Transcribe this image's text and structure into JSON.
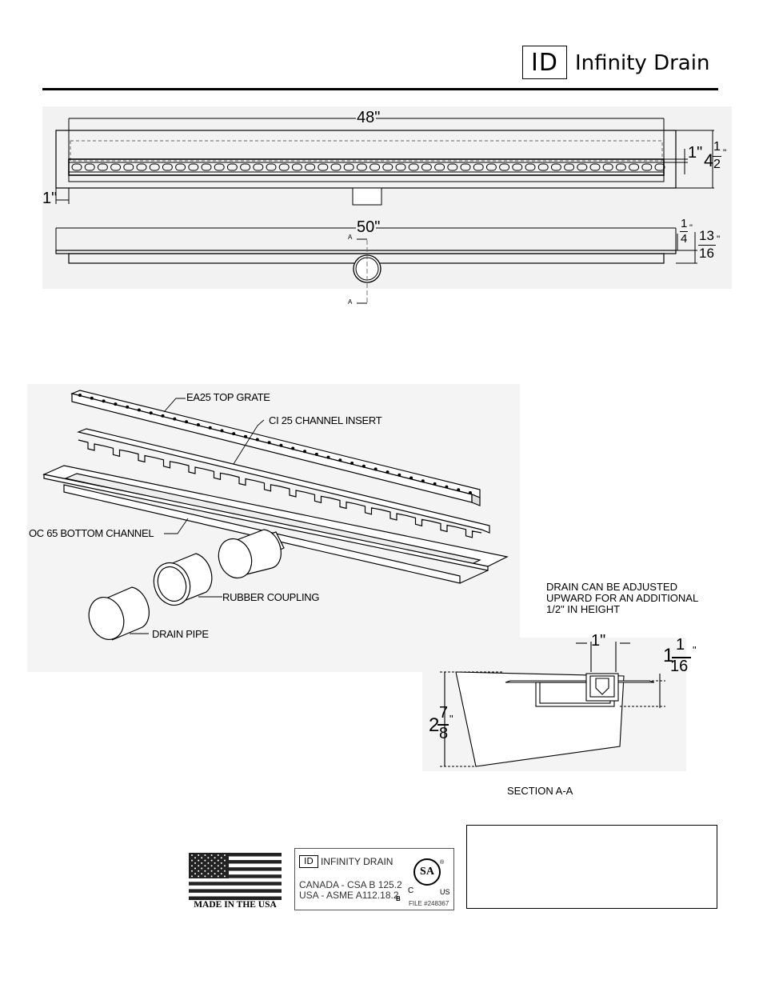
{
  "header": {
    "logo_mark": "ID",
    "brand": "Infinity Drain"
  },
  "plan_view": {
    "dim_length": "48\"",
    "dim_flange_left": "1\"",
    "dim_channel": "1\"",
    "dim_width_whole": "4",
    "dim_width_num": "1",
    "dim_width_den": "2",
    "dim_width_inch": "\""
  },
  "side_view": {
    "dim_length": "50\"",
    "dim_flange_num": "1",
    "dim_flange_den": "4",
    "dim_flange_inch": "\"",
    "dim_height_num": "13",
    "dim_height_den": "16",
    "dim_height_inch": "\"",
    "section_mark_top": "A",
    "section_mark_bottom": "A"
  },
  "exploded_view": {
    "labels": {
      "top_grate": "EA25 TOP GRATE",
      "channel_insert": "CI 25 CHANNEL INSERT",
      "bottom_channel": "OC 65 BOTTOM CHANNEL",
      "rubber_coupling": "RUBBER COUPLING",
      "drain_pipe": "DRAIN PIPE"
    }
  },
  "section_view": {
    "note_lines": [
      "DRAIN CAN BE ADJUSTED",
      "UPWARD FOR AN ADDITIONAL",
      "1/2\" IN HEIGHT"
    ],
    "dim_width": "1\"",
    "dim_height_whole": "1",
    "dim_height_num": "1",
    "dim_height_den": "16",
    "dim_height_inch": "\"",
    "dim_total_whole": "2",
    "dim_total_num": "7",
    "dim_total_den": "8",
    "dim_total_inch": "\"",
    "title": "SECTION A-A"
  },
  "footer": {
    "flag_caption": "MADE IN THE USA",
    "cert_logo_mark": "ID",
    "cert_brand": "INFINITY DRAIN",
    "cert_canada": "CANADA - CSA B 125.2",
    "cert_usa": "USA - ASME A112.18.2",
    "cert_grade": "B",
    "csa_mark": "SA",
    "csa_c": "C",
    "csa_us": "US",
    "csa_registered": "®",
    "cert_file": "FILE #248367"
  }
}
